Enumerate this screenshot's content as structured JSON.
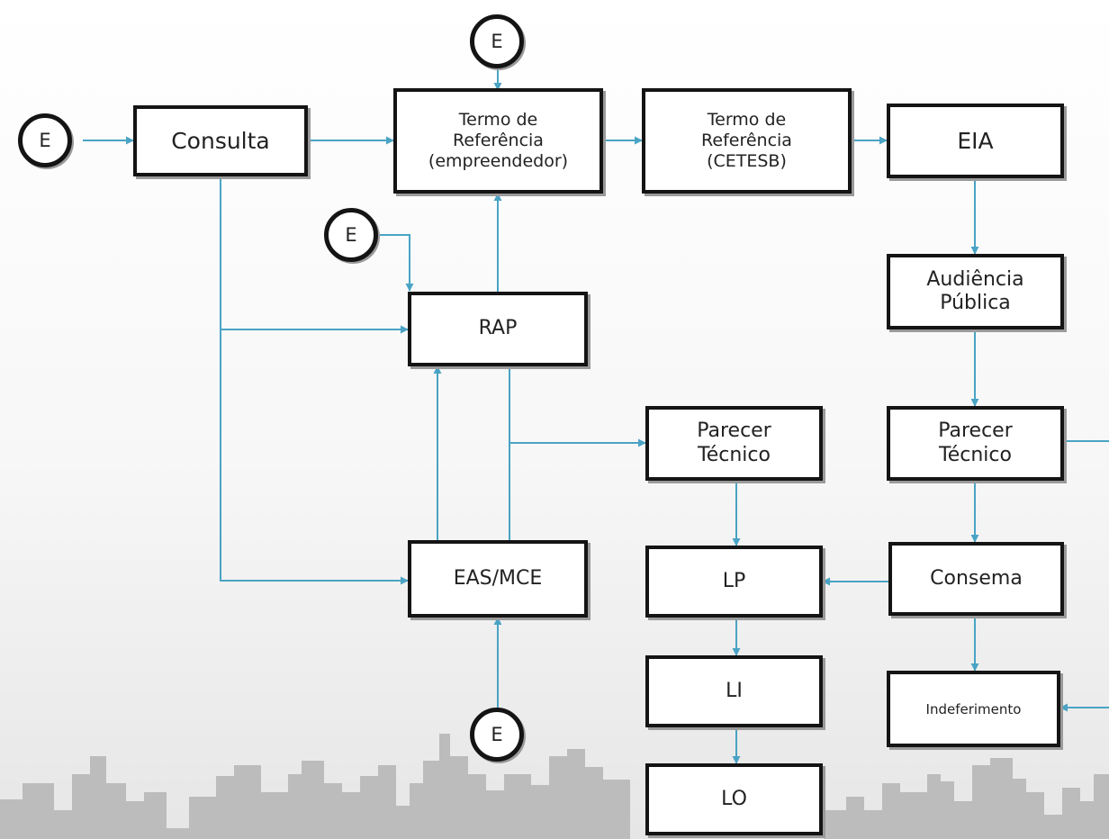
{
  "colors": {
    "connector": "#4aa3c4",
    "box_border": "#141414",
    "skyline": "#b4b4b4"
  },
  "diagram": {
    "entry_label": "E",
    "nodes": {
      "consulta": "Consulta",
      "tr_empreendedor": "Termo de\nReferência\n(empreendedor)",
      "tr_cetesb": "Termo de\nReferência\n(CETESB)",
      "eia": "EIA",
      "audiencia": "Audiência\nPública",
      "rap": "RAP",
      "parecer_1": "Parecer\nTécnico",
      "parecer_2": "Parecer\nTécnico",
      "eas_mce": "EAS/MCE",
      "lp": "LP",
      "consema": "Consema",
      "li": "LI",
      "indeferimento": "Indeferimento",
      "lo": "LO"
    }
  }
}
